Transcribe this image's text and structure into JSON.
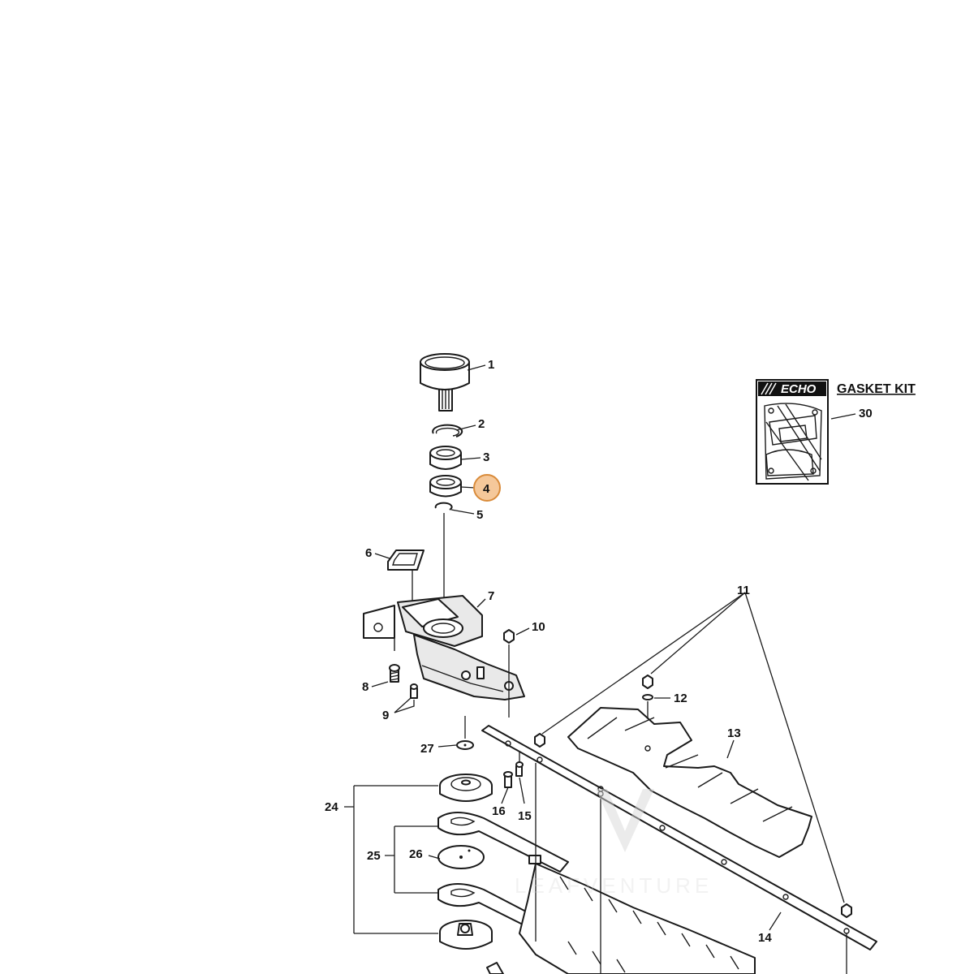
{
  "diagram": {
    "highlight_color": "#f5c89a",
    "highlight_stroke": "#d98b3a",
    "callouts": [
      {
        "id": "c1",
        "label": "1"
      },
      {
        "id": "c2",
        "label": "2"
      },
      {
        "id": "c3",
        "label": "3"
      },
      {
        "id": "c4",
        "label": "4",
        "highlighted": true
      },
      {
        "id": "c5",
        "label": "5"
      },
      {
        "id": "c6",
        "label": "6"
      },
      {
        "id": "c7",
        "label": "7"
      },
      {
        "id": "c8",
        "label": "8"
      },
      {
        "id": "c9",
        "label": "9"
      },
      {
        "id": "c10",
        "label": "10"
      },
      {
        "id": "c11",
        "label": "11"
      },
      {
        "id": "c12",
        "label": "12"
      },
      {
        "id": "c13",
        "label": "13"
      },
      {
        "id": "c14",
        "label": "14"
      },
      {
        "id": "c15",
        "label": "15"
      },
      {
        "id": "c16",
        "label": "16"
      },
      {
        "id": "c24",
        "label": "24"
      },
      {
        "id": "c25",
        "label": "25"
      },
      {
        "id": "c26",
        "label": "26"
      },
      {
        "id": "c27",
        "label": "27"
      },
      {
        "id": "c30",
        "label": "30"
      }
    ]
  },
  "gasket_kit": {
    "title": "GASKET KIT",
    "logo": "ECHO",
    "logo_color": "#111111"
  },
  "watermark": {
    "text": "LEAFVENTURE"
  }
}
